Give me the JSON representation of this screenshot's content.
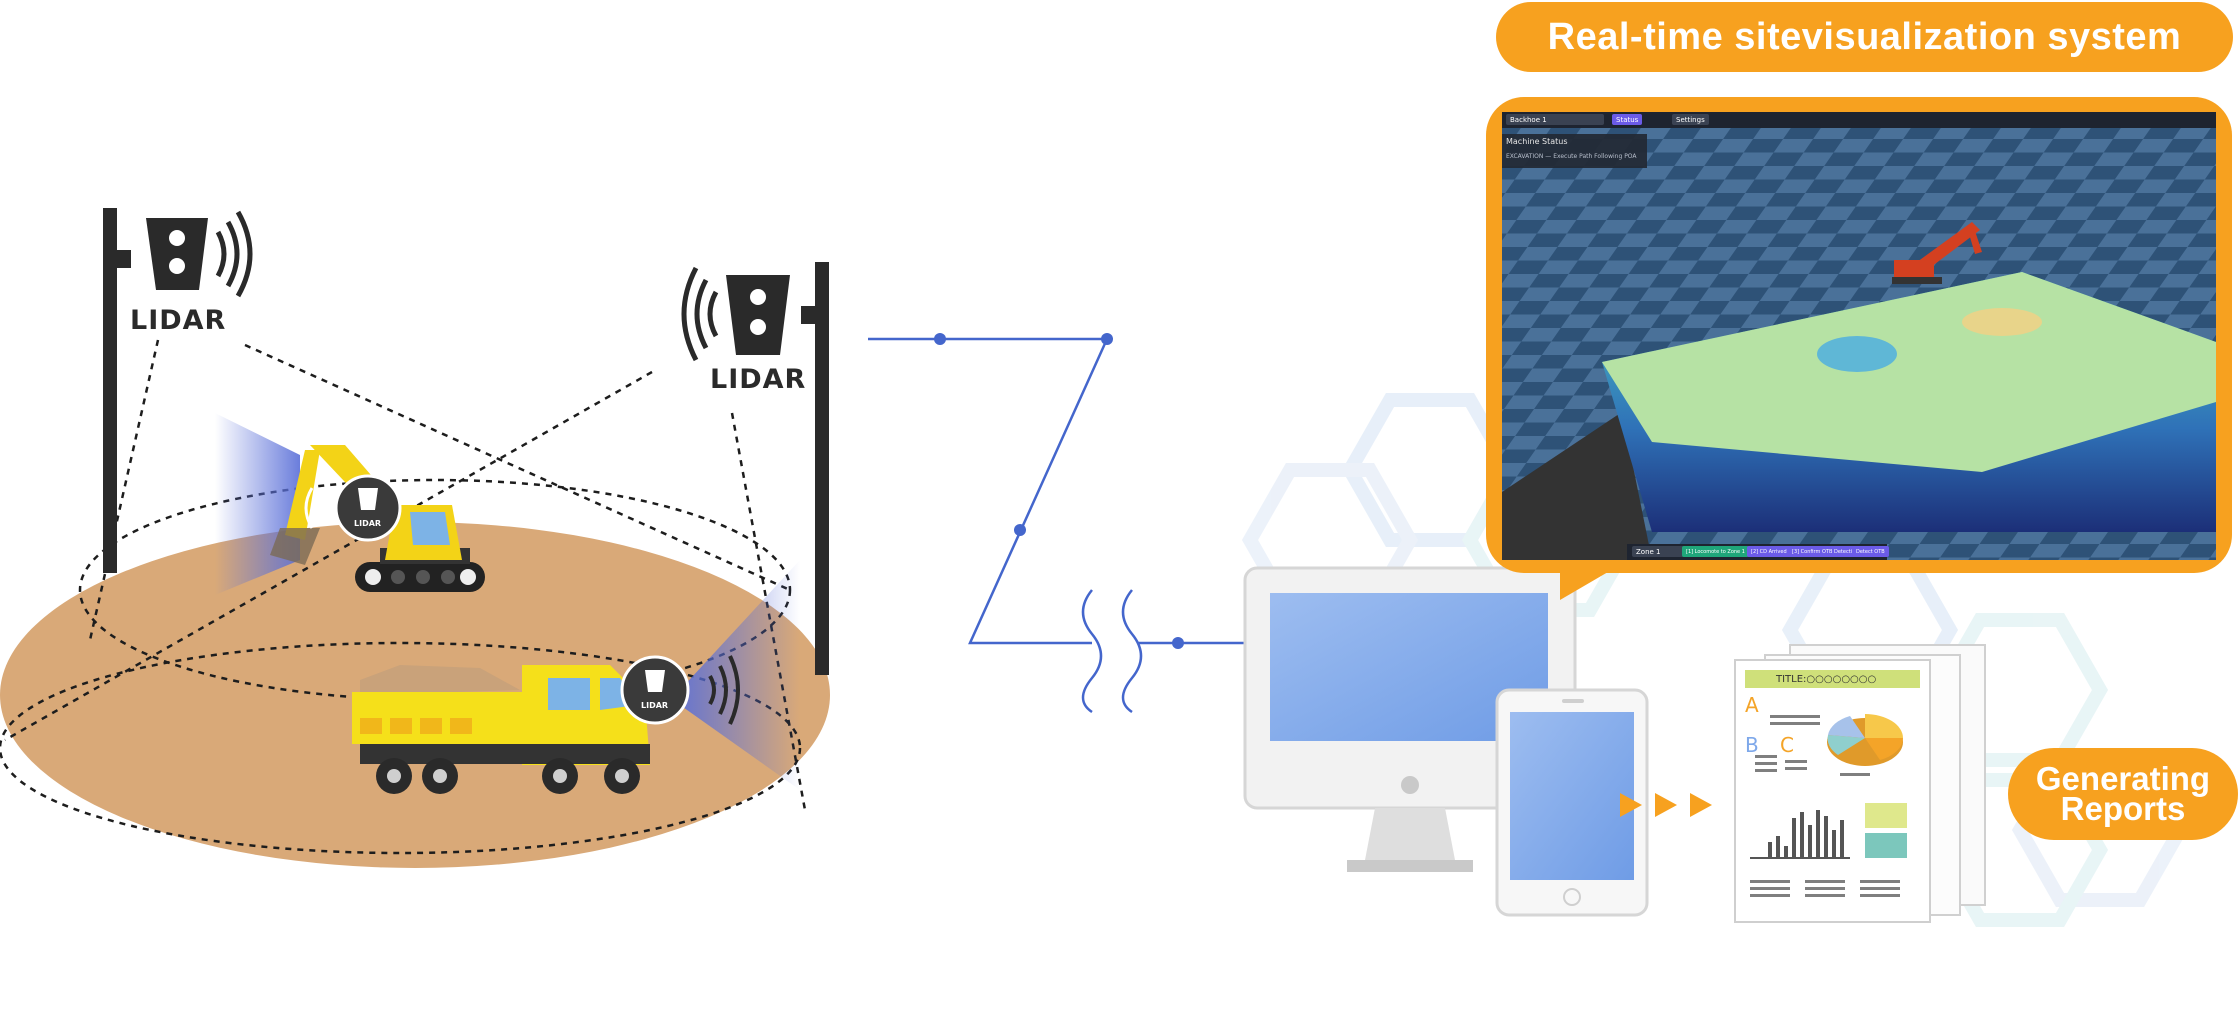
{
  "header": {
    "title": "Real-time sitevisualization system"
  },
  "reports": {
    "line1": "Generating",
    "line2": "Reports"
  },
  "lidar": {
    "label": "LIDAR",
    "badge": "LIDAR"
  },
  "viz_ui": {
    "machine_select": "Backhoe 1",
    "status_tab": "Status",
    "settings_tab": "Settings",
    "panel_title": "Machine Status",
    "panel_row": "EXCAVATION — Execute Path Following POA",
    "zone_select": "Zone 1",
    "buttons": [
      "[1] Locomote to Zone 1",
      "[2] CD Arrived",
      "[3] Confirm OTB Detection",
      "Detect OTB"
    ]
  },
  "report_doc": {
    "title": "TITLE:○○○○○○○○",
    "letters": [
      "A",
      "B",
      "C"
    ]
  },
  "colors": {
    "accent": "#f7a11f",
    "link_blue": "#4466cc",
    "screen_blue": "#7ea8ea",
    "ground": "#d9a978"
  }
}
